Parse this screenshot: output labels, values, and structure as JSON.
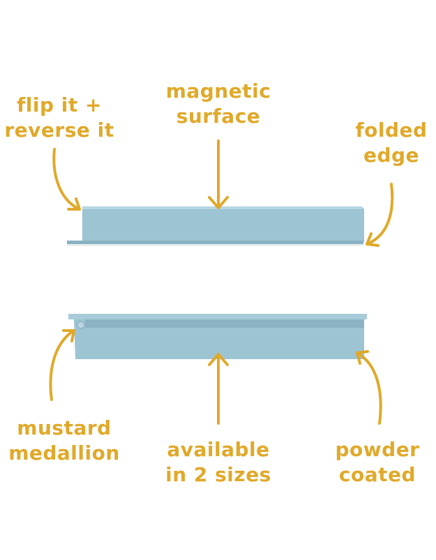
{
  "labels": {
    "flip": [
      "flip it +",
      "reverse it"
    ],
    "magnetic": [
      "magnetic",
      "surface"
    ],
    "folded": [
      "folded",
      "edge"
    ],
    "mustard": [
      "mustard",
      "medallion"
    ],
    "available": [
      "available",
      "in 2 sizes"
    ],
    "powder": [
      "powder",
      "coated"
    ]
  },
  "colors": {
    "label": "#e0a92a",
    "arrow": "#e0a92a",
    "shelf_face": "#9dc4d3",
    "shelf_light": "#b6d6e2",
    "shelf_dark": "#7fa9ba"
  }
}
